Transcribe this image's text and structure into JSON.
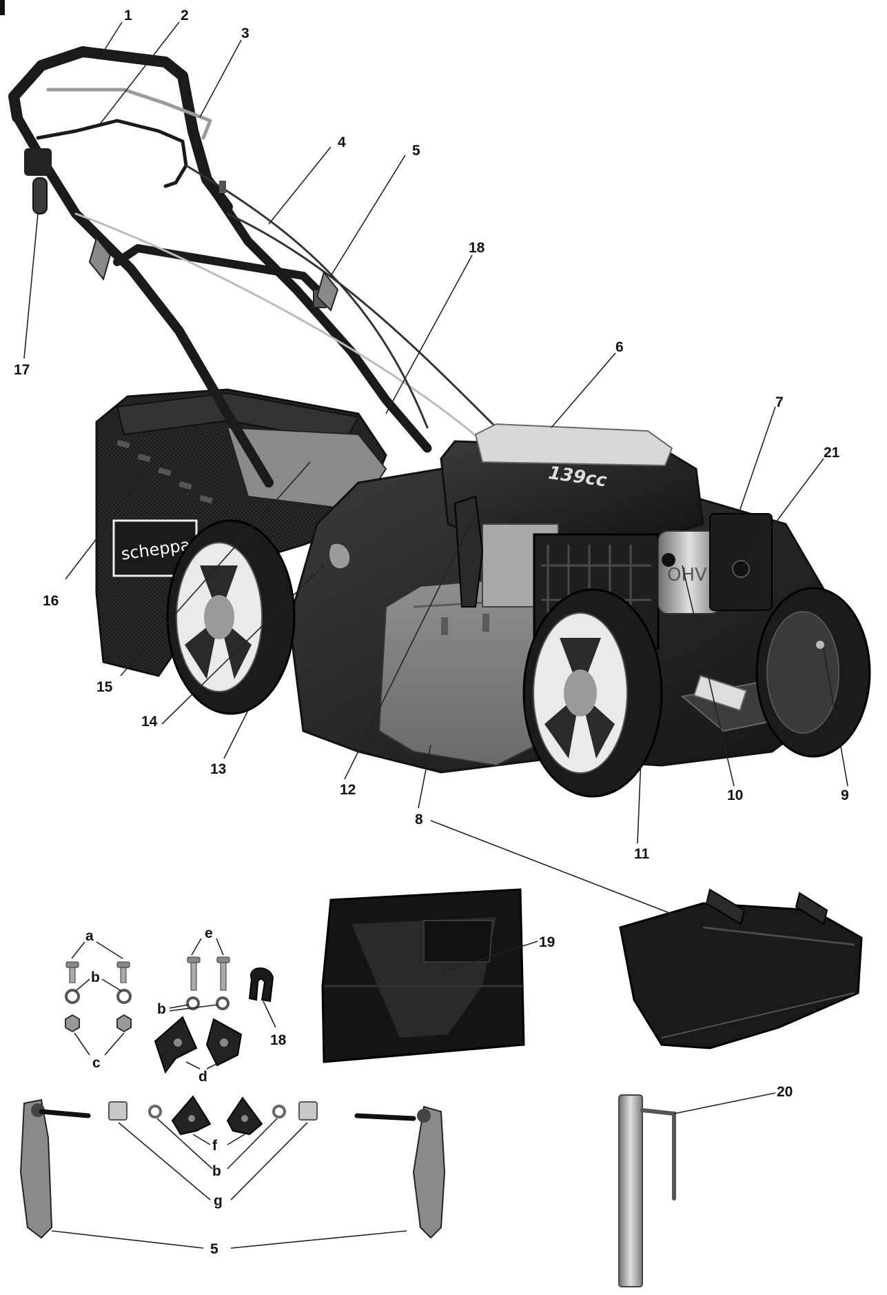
{
  "figure": {
    "section_mark": "I",
    "callouts": [
      {
        "id": "c1",
        "text": "1"
      },
      {
        "id": "c2",
        "text": "2"
      },
      {
        "id": "c3",
        "text": "3"
      },
      {
        "id": "c4",
        "text": "4"
      },
      {
        "id": "c5",
        "text": "5"
      },
      {
        "id": "c6",
        "text": "6"
      },
      {
        "id": "c7",
        "text": "7"
      },
      {
        "id": "c8",
        "text": "8"
      },
      {
        "id": "c9",
        "text": "9"
      },
      {
        "id": "c10",
        "text": "10"
      },
      {
        "id": "c11",
        "text": "11"
      },
      {
        "id": "c12",
        "text": "12"
      },
      {
        "id": "c13",
        "text": "13"
      },
      {
        "id": "c14",
        "text": "14"
      },
      {
        "id": "c15",
        "text": "15"
      },
      {
        "id": "c16",
        "text": "16"
      },
      {
        "id": "c17",
        "text": "17"
      },
      {
        "id": "c18",
        "text": "18"
      },
      {
        "id": "c21",
        "text": "21"
      },
      {
        "id": "c19",
        "text": "19"
      },
      {
        "id": "c20",
        "text": "20"
      },
      {
        "id": "c18b",
        "text": "18"
      },
      {
        "id": "c5b",
        "text": "5"
      },
      {
        "id": "ca",
        "text": "a"
      },
      {
        "id": "cb1",
        "text": "b"
      },
      {
        "id": "cc",
        "text": "c"
      },
      {
        "id": "ce",
        "text": "e"
      },
      {
        "id": "cb2",
        "text": "b"
      },
      {
        "id": "cd",
        "text": "d"
      },
      {
        "id": "cf",
        "text": "f"
      },
      {
        "id": "cb3",
        "text": "b"
      },
      {
        "id": "cg",
        "text": "g"
      }
    ],
    "brand_text": "scheppach",
    "engine_badge": "139cc",
    "engine_cover_text": "OHV"
  }
}
